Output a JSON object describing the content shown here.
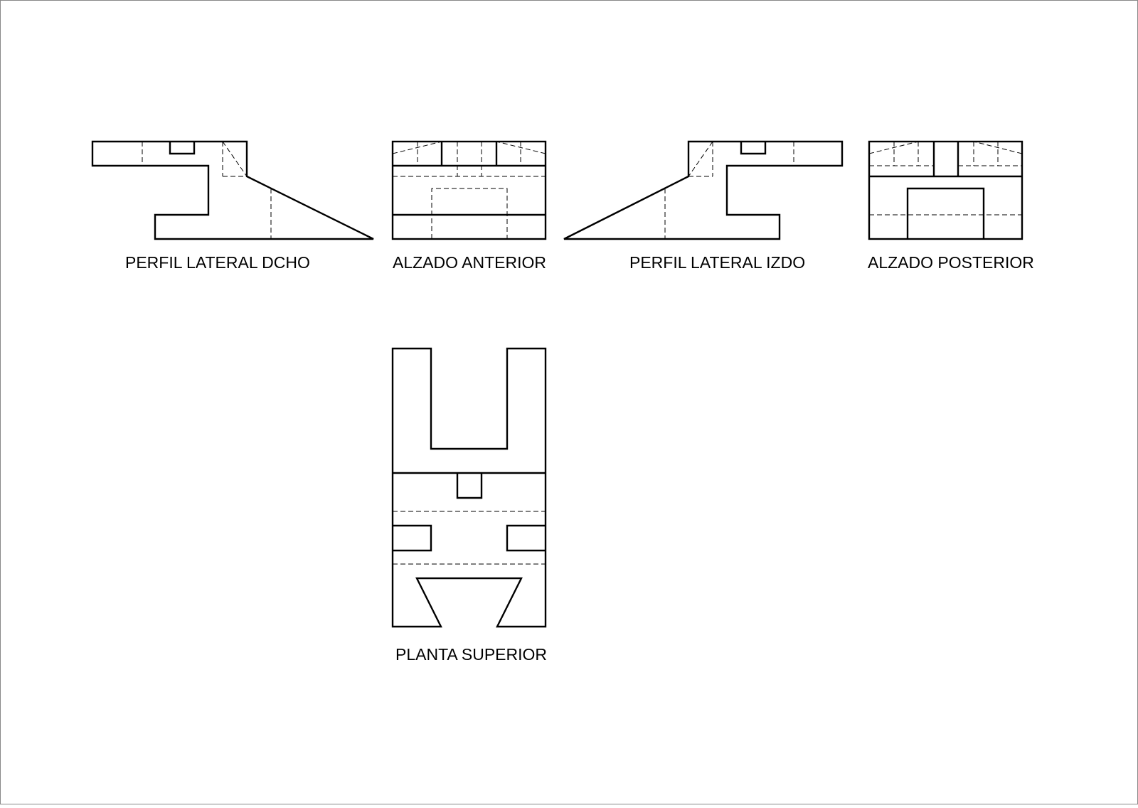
{
  "sheet": {
    "background": "#ffffff",
    "line_color": "#000000"
  },
  "views": {
    "perfil_lateral_dcho": {
      "label": "PERFIL LATERAL DCHO"
    },
    "alzado_anterior": {
      "label": "ALZADO ANTERIOR"
    },
    "perfil_lateral_izdo": {
      "label": "PERFIL LATERAL IZDO"
    },
    "alzado_posterior": {
      "label": "ALZADO POSTERIOR"
    },
    "planta_superior": {
      "label": "PLANTA SUPERIOR"
    }
  }
}
